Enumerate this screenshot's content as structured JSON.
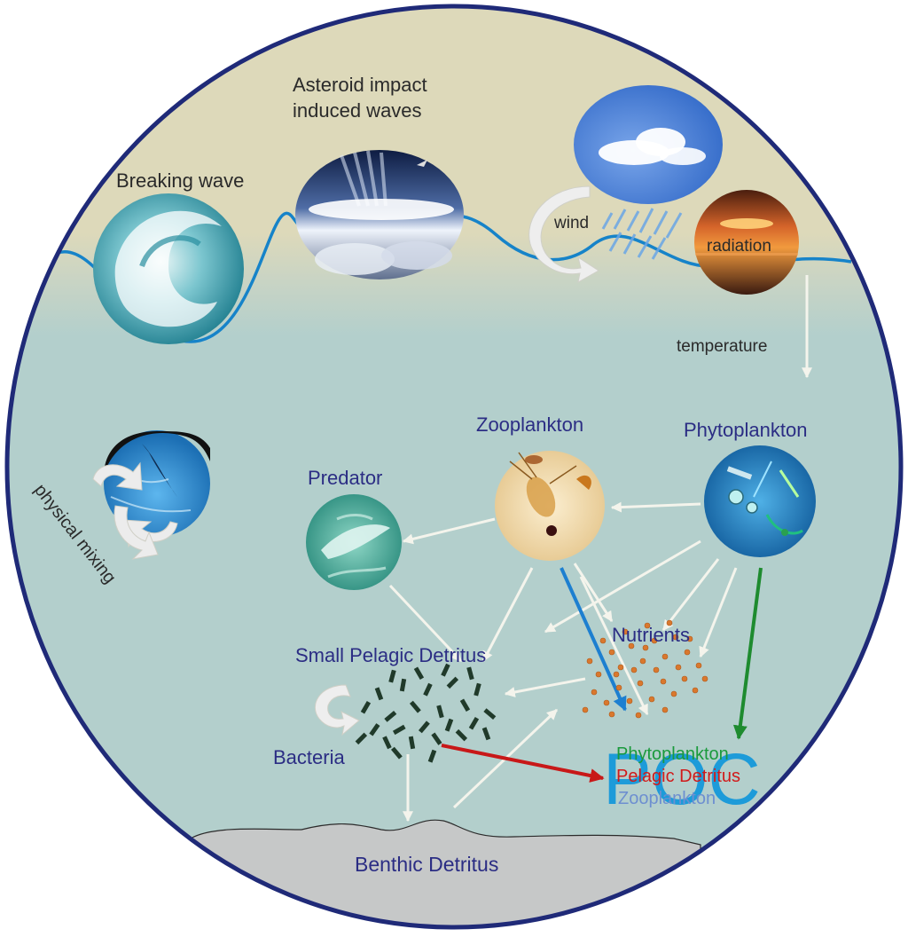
{
  "surface_labels": {
    "breaking_wave": "Breaking wave",
    "asteroid_line1": "Asteroid impact",
    "asteroid_line2": "induced waves",
    "wind": "wind",
    "radiation": "radiation",
    "temperature": "temperature",
    "physical_mixing": "physical mixing"
  },
  "ecosystem_labels": {
    "zooplankton": "Zooplankton",
    "phytoplankton": "Phytoplankton",
    "predator": "Predator",
    "nutrients": "Nutrients",
    "small_pelagic_detritus": "Small Pelagic Detritus",
    "bacteria": "Bacteria",
    "benthic_detritus": "Benthic Detritus"
  },
  "poc": {
    "big": "POC",
    "phytoplankton": "Phytoplankton",
    "pelagic_detritus": "Pelagic Detritus",
    "zooplankton": "Zooplankton"
  },
  "colors": {
    "sky": "#ddd9ba",
    "ocean": "#b3cfcc",
    "wave_line": "#1683c9",
    "circle_border": "#1f2a78",
    "label_navy": "#2b2d84",
    "poc_blue": "#1d9bd9",
    "poc_green": "#1a9a3c",
    "poc_red": "#d11a1a",
    "poc_zoo": "#6d8fd0",
    "arrow_white": "#f4f4ec",
    "arrow_blue": "#1d7fd0",
    "arrow_green": "#1e8b2f",
    "arrow_red": "#c81818",
    "nutrient_dot": "#d9782e",
    "detritus": "#203a2a",
    "seafloor": "#c6c8c8"
  }
}
